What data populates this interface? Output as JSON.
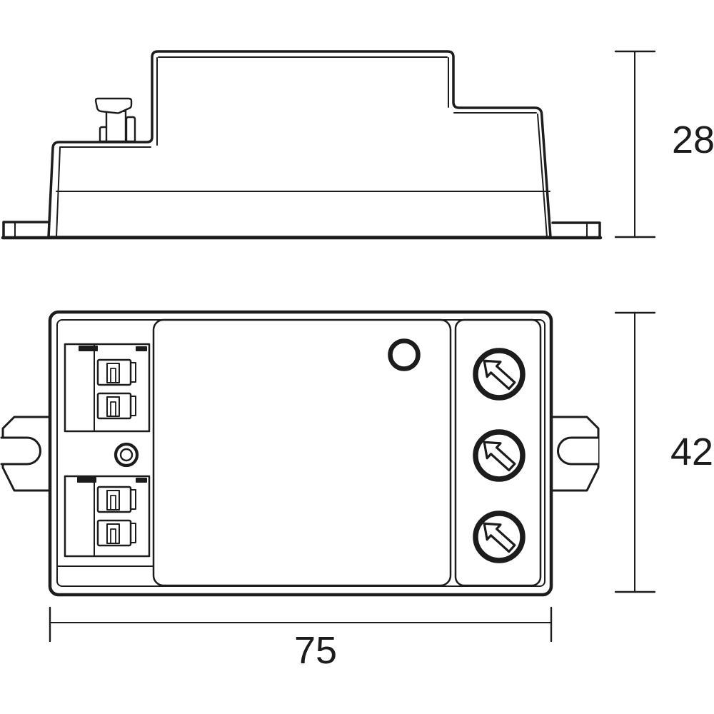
{
  "drawing": {
    "background": "#ffffff",
    "line_color": "#1c1c1c",
    "dimensions": {
      "side_height_mm": "28",
      "front_height_mm": "42",
      "width_mm": "75"
    },
    "icon_map": {
      "adjustment-arrow-icon": "arrow-up-left",
      "led-indicator-icon": "circle",
      "screw-hole-icon": "concentric-circles"
    }
  }
}
